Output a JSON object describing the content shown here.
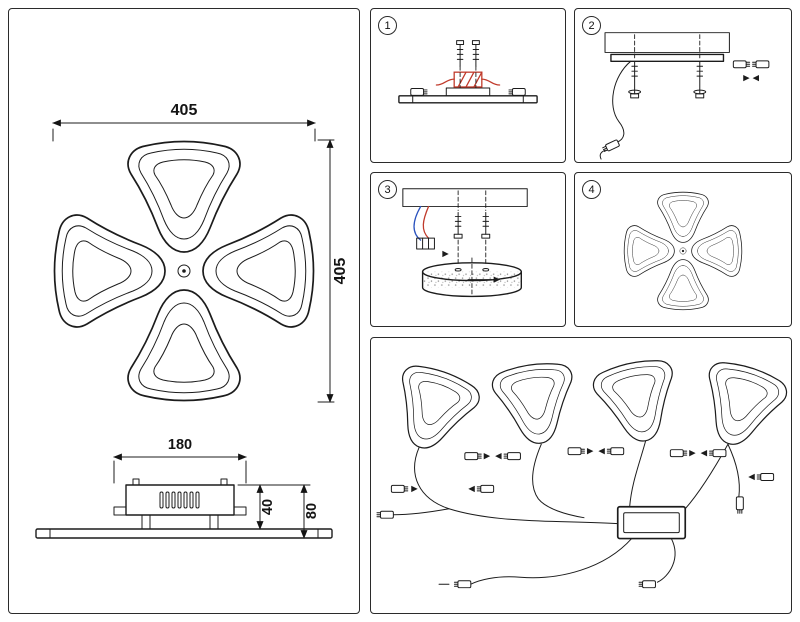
{
  "sheet": {
    "background": "#ffffff"
  },
  "colors": {
    "line": "#1c1c1c",
    "wire_red": "#c03a2b",
    "wire_blue": "#2a52be"
  },
  "top_view": {
    "width_mm": "405",
    "height_mm": "405"
  },
  "side_view": {
    "width_mm": "180",
    "housing_height_mm": "40",
    "total_height_mm": "80"
  },
  "steps": [
    {
      "number": "1"
    },
    {
      "number": "2"
    },
    {
      "number": "3"
    },
    {
      "number": "4"
    }
  ]
}
